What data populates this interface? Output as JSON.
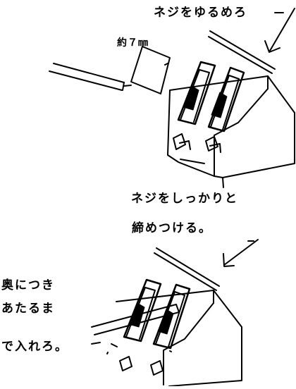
{
  "annotations": {
    "loosen_screw": "ネジをゆるめろ",
    "strip_length": "約７㎜",
    "tighten_line1": "ネジをしっかりと",
    "tighten_line2": "締めつける。",
    "insert_line1": "奥につき",
    "insert_line2": "あたるま",
    "insert_line3": "で入れろ。"
  }
}
